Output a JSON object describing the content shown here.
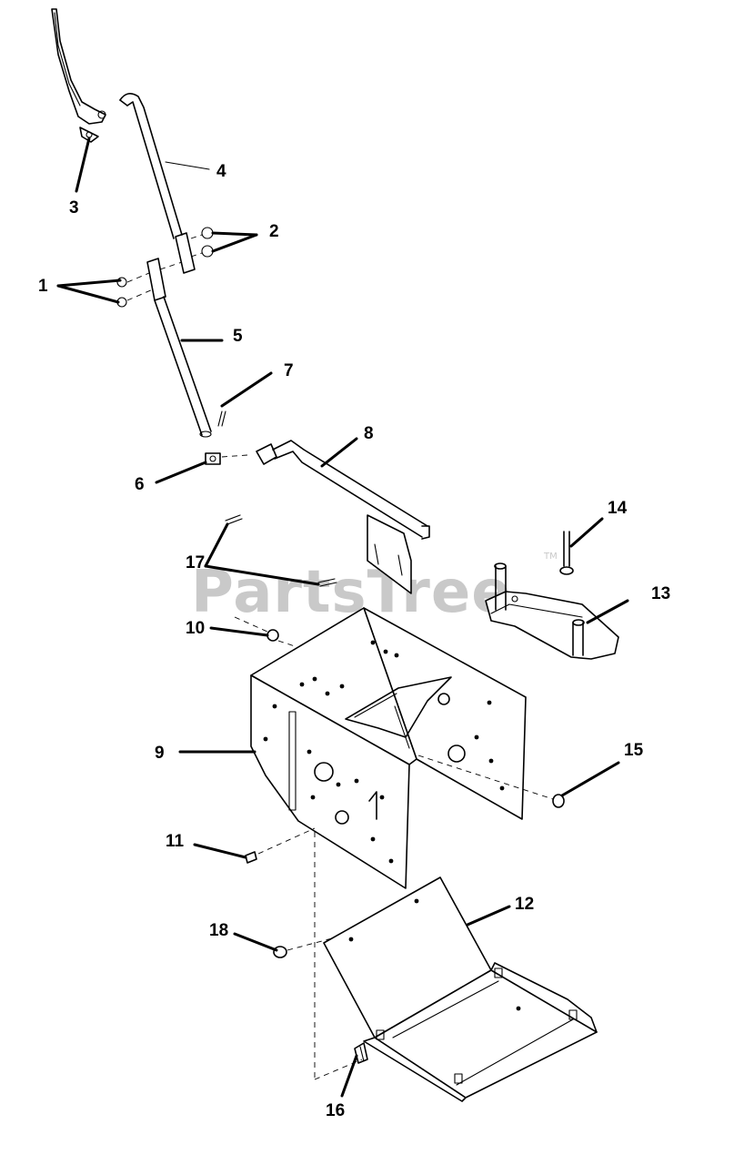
{
  "watermark": {
    "text": "PartsTree",
    "trademark": "TM"
  },
  "callouts": [
    {
      "id": "1",
      "label": "1"
    },
    {
      "id": "2",
      "label": "2"
    },
    {
      "id": "3",
      "label": "3"
    },
    {
      "id": "4",
      "label": "4"
    },
    {
      "id": "5",
      "label": "5"
    },
    {
      "id": "6",
      "label": "6"
    },
    {
      "id": "7",
      "label": "7"
    },
    {
      "id": "8",
      "label": "8"
    },
    {
      "id": "9",
      "label": "9"
    },
    {
      "id": "10",
      "label": "10"
    },
    {
      "id": "11",
      "label": "11"
    },
    {
      "id": "12",
      "label": "12"
    },
    {
      "id": "13",
      "label": "13"
    },
    {
      "id": "14",
      "label": "14"
    },
    {
      "id": "15",
      "label": "15"
    },
    {
      "id": "16",
      "label": "16"
    },
    {
      "id": "17",
      "label": "17"
    },
    {
      "id": "18",
      "label": "18"
    }
  ]
}
